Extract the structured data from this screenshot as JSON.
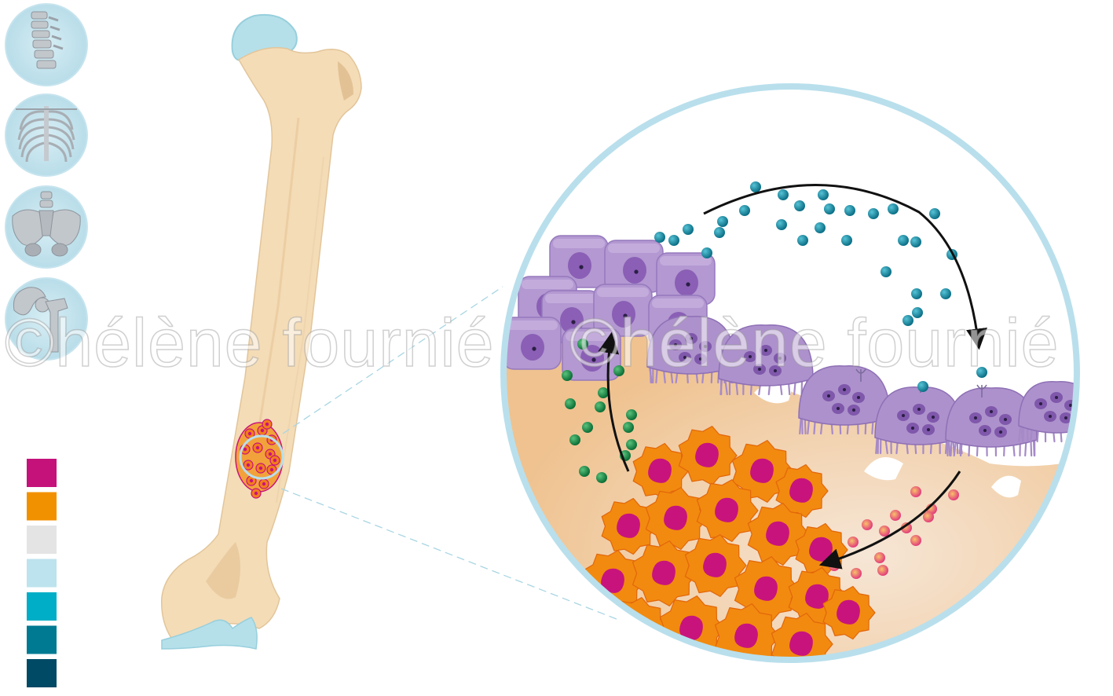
{
  "watermark": {
    "text_left": "©hélène fournié",
    "text_right": "©hélène fournié"
  },
  "thumbnails": [
    {
      "name": "spine-thumbnail"
    },
    {
      "name": "ribcage-thumbnail"
    },
    {
      "name": "pelvis-thumbnail"
    },
    {
      "name": "hip-joint-thumbnail"
    }
  ],
  "legend_swatches": [
    "#c4127a",
    "#f29100",
    "#e4e4e4",
    "#bde3ee",
    "#00aec7",
    "#007a92",
    "#004a66"
  ],
  "colors": {
    "bone": "#f4dcb7",
    "bone_shadow": "#e8c89a",
    "cartilage": "#b5e0ea",
    "circle_border": "#b9dfec",
    "osteoblast": "#b398d1",
    "osteoblast_nucleus": "#8a5fb5",
    "osteoclast": "#ad91cc",
    "tumor": "#f28a0f",
    "tumor_nucleus": "#c8137d",
    "teal_dot": "#138ea6",
    "green_dot": "#1d9147",
    "pink_dot": "#f3a447"
  }
}
